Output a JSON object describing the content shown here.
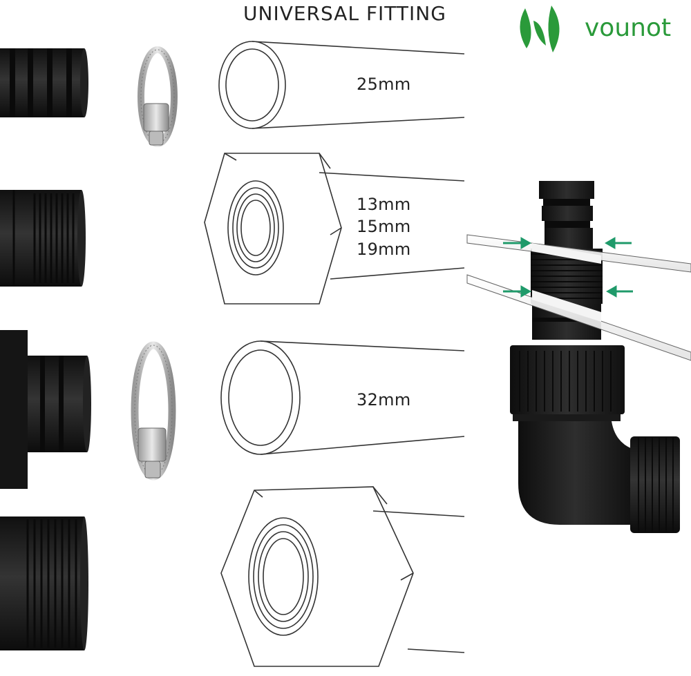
{
  "title": "UNIVERSAL FITTING",
  "brand": {
    "name": "vounot",
    "color": "#2a9a3a"
  },
  "sizes": {
    "pipe_top": "25mm",
    "thread_a": "13mm",
    "thread_b": "15mm",
    "thread_c": "19mm",
    "pipe_bottom": "32mm"
  },
  "colors": {
    "part": "#1c1c1c",
    "arrow": "#1f9a6a",
    "outline": "#333333"
  },
  "icons": [
    "hose-clamp-icon",
    "cut-arrow-icon",
    "leaf-logo-icon"
  ]
}
